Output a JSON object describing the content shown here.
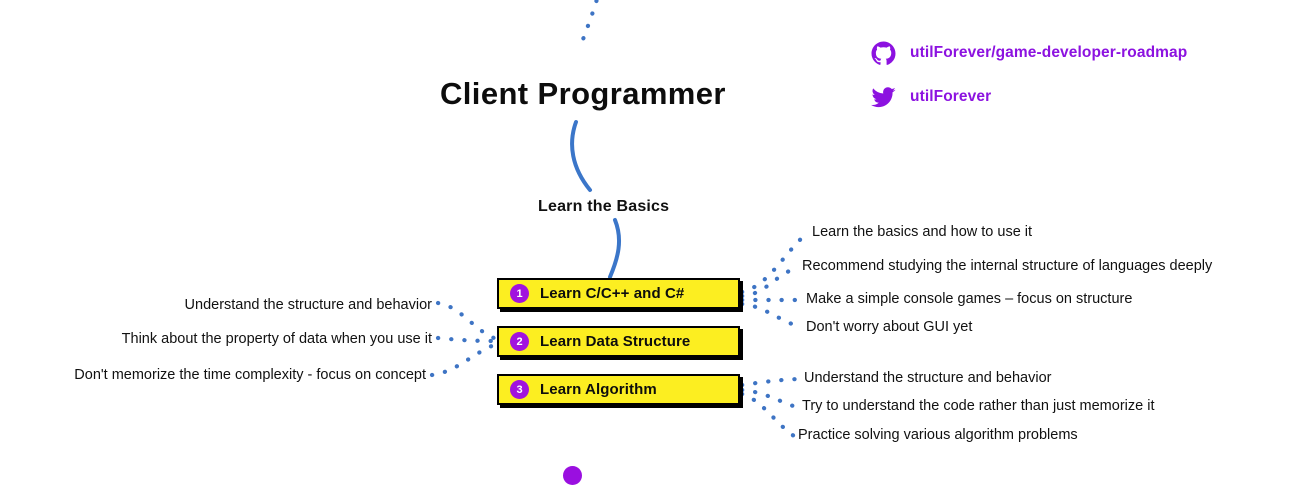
{
  "page": {
    "title": "Client Programmer",
    "section_heading": "Learn the Basics",
    "background": "#ffffff"
  },
  "colors": {
    "accent_purple": "#8C12E0",
    "badge_purple": "#A112DE",
    "box_yellow": "#FCEE21",
    "box_border": "#000000",
    "wire_blue": "#3B76C9",
    "dot_blue": "#3E74C4",
    "text_black": "#111111"
  },
  "social": {
    "links": [
      {
        "icon": "github-icon",
        "label": "utilForever/game-developer-roadmap"
      },
      {
        "icon": "twitter-icon",
        "label": "utilForever"
      }
    ]
  },
  "topics": [
    {
      "number": "1",
      "label": "Learn C/C++ and C#"
    },
    {
      "number": "2",
      "label": "Learn Data Structure"
    },
    {
      "number": "3",
      "label": "Learn Algorithm"
    }
  ],
  "notes": {
    "topic1_right": [
      "Learn the basics and how to use it",
      "Recommend studying the internal structure of languages deeply",
      "Make a simple console games – focus on structure",
      "Don't worry about GUI yet"
    ],
    "topic2_left": [
      "Understand the structure and behavior",
      "Think about the property of data when you use it",
      "Don't memorize the time complexity - focus on concept"
    ],
    "topic3_right": [
      "Understand the structure and behavior",
      "Try to understand the code rather than just memorize it",
      "Practice solving various algorithm problems"
    ]
  }
}
